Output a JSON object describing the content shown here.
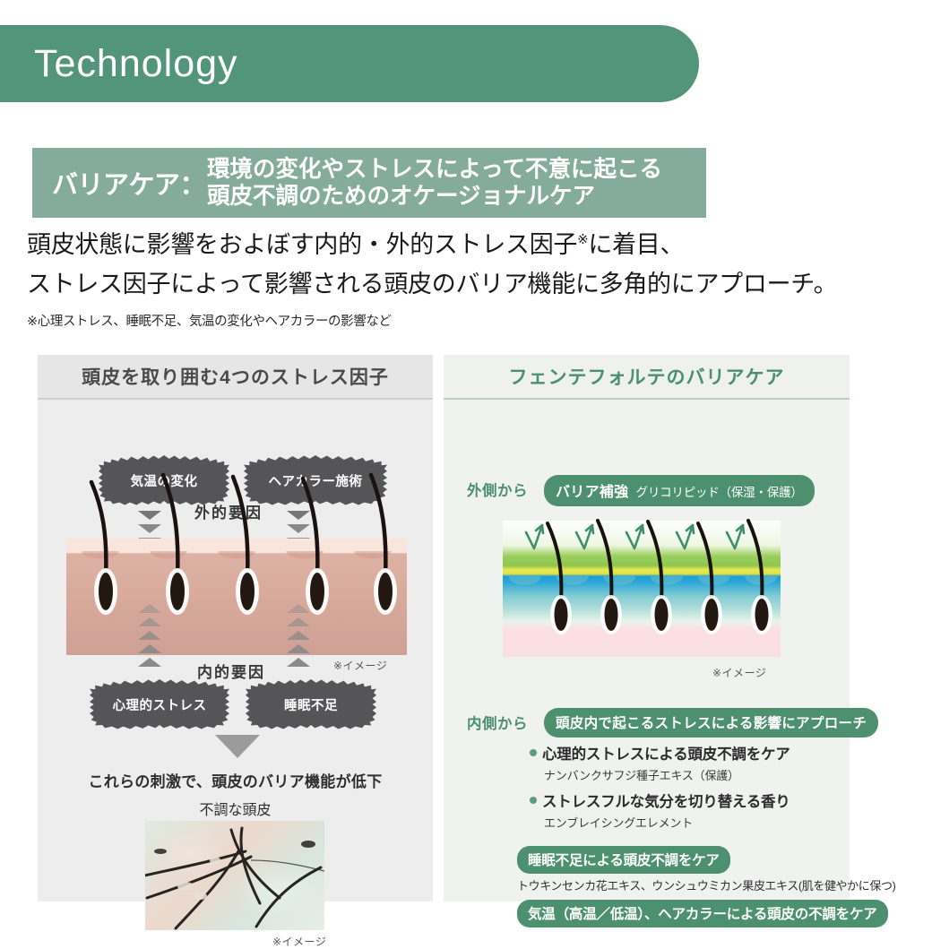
{
  "banner": {
    "title": "Technology"
  },
  "green_bar": {
    "label": "バリアケア：",
    "line1": "環境の変化やストレスによって不意に起こる",
    "line2": "頭皮不調のためのオケージョナルケア"
  },
  "lead": {
    "line1_a": "頭皮状態に影響をおよぼす内的・外的ストレス因子",
    "line1_mark": "※",
    "line1_b": "に着目、",
    "line2": "ストレス因子によって影響される頭皮のバリア機能に多角的にアプローチ。",
    "note": "※心理ストレス、睡眠不足、気温の変化やヘアカラーの影響など"
  },
  "left_panel": {
    "heading": "頭皮を取り囲む4つのストレス因子",
    "external_label": "外的要因",
    "internal_label": "内的要因",
    "bursts": {
      "temperature": "気温の変化",
      "haircolor": "ヘアカラー施術",
      "psychological": "心理的ストレス",
      "sleep": "睡眠不足"
    },
    "image_note_diagram": "※イメージ",
    "caption": "これらの刺激で、頭皮のバリア機能が低下",
    "photo_title": "不調な頭皮",
    "image_note_photo": "※イメージ"
  },
  "right_panel": {
    "heading": "フェンテフォルテのバリアケア",
    "outer_label": "外側から",
    "outer_pill_strong": "バリア補強",
    "outer_pill_sub": "グリコリピッド（保湿・保護）",
    "image_note": "※イメージ",
    "inner_label": "内側から",
    "inner_pill": "頭皮内で起こるストレスによる影響にアプローチ",
    "bullets": [
      {
        "head": "心理的ストレスによる頭皮不調をケア",
        "sub": "ナンバンクサフジ種子エキス（保護）"
      },
      {
        "head": "ストレスフルな気分を切り替える香り",
        "sub": "エンブレイシングエレメント"
      }
    ],
    "tag_sleep": "睡眠不足による頭皮不調をケア",
    "ingredients": "トウキンセンカ花エキス、ウンシュウミカン果皮エキス(肌を健やかに保つ)",
    "tag_temperature": "気温（高温／低温）、ヘアカラーによる頭皮の不調をケア"
  },
  "colors": {
    "brand_green": "#53957a",
    "bar_green": "#85ab9d",
    "pill_green": "#4d9070",
    "burst_gray": "#555558"
  }
}
